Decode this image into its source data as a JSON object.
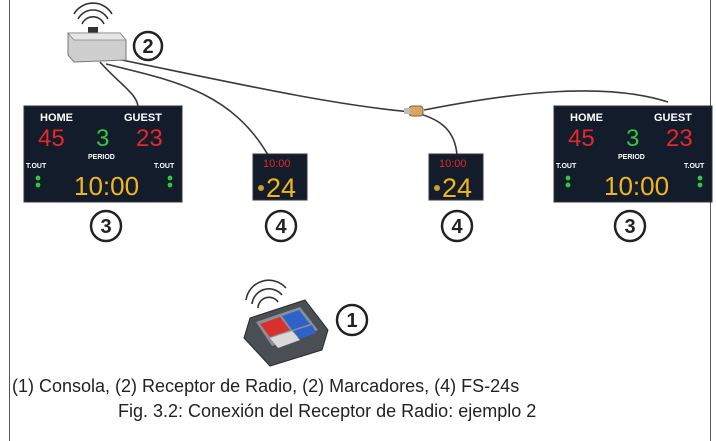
{
  "legend": "(1) Consola, (2) Receptor de Radio, (2) Marcadores, (4) FS-24s",
  "figure_caption": "Fig. 3.2: Conexión del Receptor de Radio: ejemplo 2",
  "callouts": {
    "console": "1",
    "receiver": "2",
    "scoreboard_left": "3",
    "scoreboard_right": "3",
    "shotclock_left": "4",
    "shotclock_right": "4"
  },
  "scoreboard_left": {
    "home_label": "HOME",
    "guest_label": "GUEST",
    "home_score": "45",
    "period": "3",
    "guest_score": "23",
    "period_label": "PERIOD",
    "tout_left": "T.OUT",
    "tout_right": "T.OUT",
    "time": "10:00"
  },
  "scoreboard_right": {
    "home_label": "HOME",
    "guest_label": "GUEST",
    "home_score": "45",
    "period": "3",
    "guest_score": "23",
    "period_label": "PERIOD",
    "tout_left": "T.OUT",
    "tout_right": "T.OUT",
    "time": "10:00"
  },
  "shotclock_left": {
    "time": "10:00",
    "shot": "24"
  },
  "shotclock_right": {
    "time": "10:00",
    "shot": "24"
  },
  "colors": {
    "red_digits": "#e8262b",
    "green_digits": "#35c640",
    "amber_digits": "#f2b51e",
    "board_bg": "#121c2a"
  }
}
